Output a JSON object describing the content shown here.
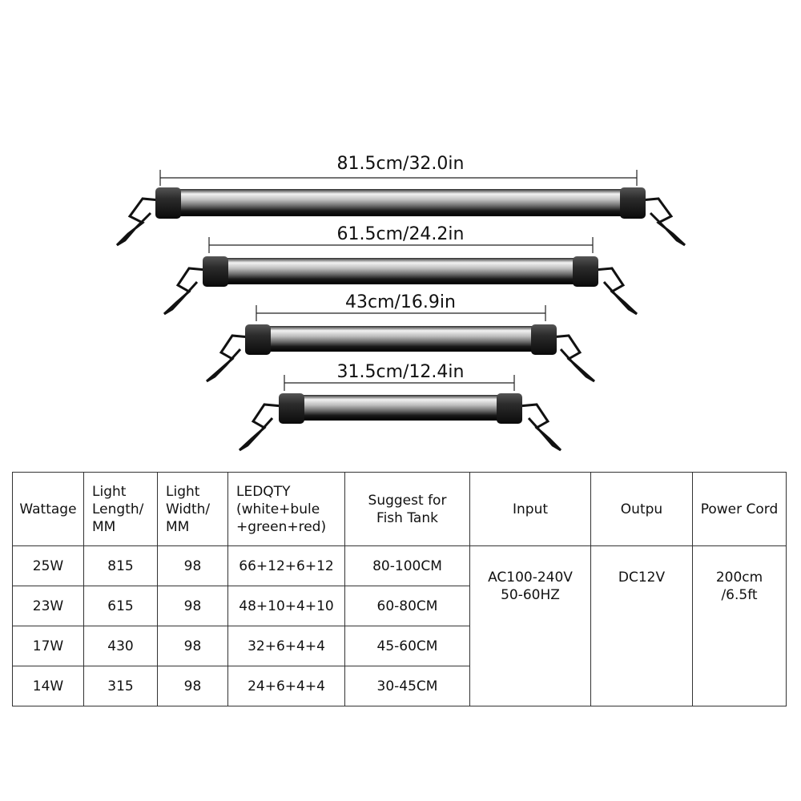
{
  "dimensions": [
    {
      "label": "81.5cm/32.0in"
    },
    {
      "label": "61.5cm/24.2in"
    },
    {
      "label": "43cm/16.9in"
    },
    {
      "label": "31.5cm/12.4in"
    }
  ],
  "table": {
    "headers": {
      "wattage": [
        "Wattage"
      ],
      "length": [
        "Light",
        "Length/",
        "MM"
      ],
      "width": [
        "Light",
        "Width/",
        "MM"
      ],
      "ledqty": [
        "LEDQTY",
        "(white+bule",
        "+green+red)"
      ],
      "suggest": [
        "Suggest for",
        "Fish Tank"
      ],
      "input": [
        "Input"
      ],
      "output": [
        "Outpu"
      ],
      "cord": [
        "Power Cord"
      ]
    },
    "rows": [
      {
        "wattage": "25W",
        "length": "815",
        "width": "98",
        "ledqty": "66+12+6+12",
        "tank": "80-100CM"
      },
      {
        "wattage": "23W",
        "length": "615",
        "width": "98",
        "ledqty": "48+10+4+10",
        "tank": "60-80CM"
      },
      {
        "wattage": "17W",
        "length": "430",
        "width": "98",
        "ledqty": "32+6+4+4",
        "tank": "45-60CM"
      },
      {
        "wattage": "14W",
        "length": "315",
        "width": "98",
        "ledqty": "24+6+4+4",
        "tank": "30-45CM"
      }
    ],
    "shared": {
      "input": [
        "AC100-240V",
        "50-60HZ"
      ],
      "output": [
        "DC12V"
      ],
      "cord": [
        "200cm",
        "/6.5ft"
      ]
    }
  }
}
